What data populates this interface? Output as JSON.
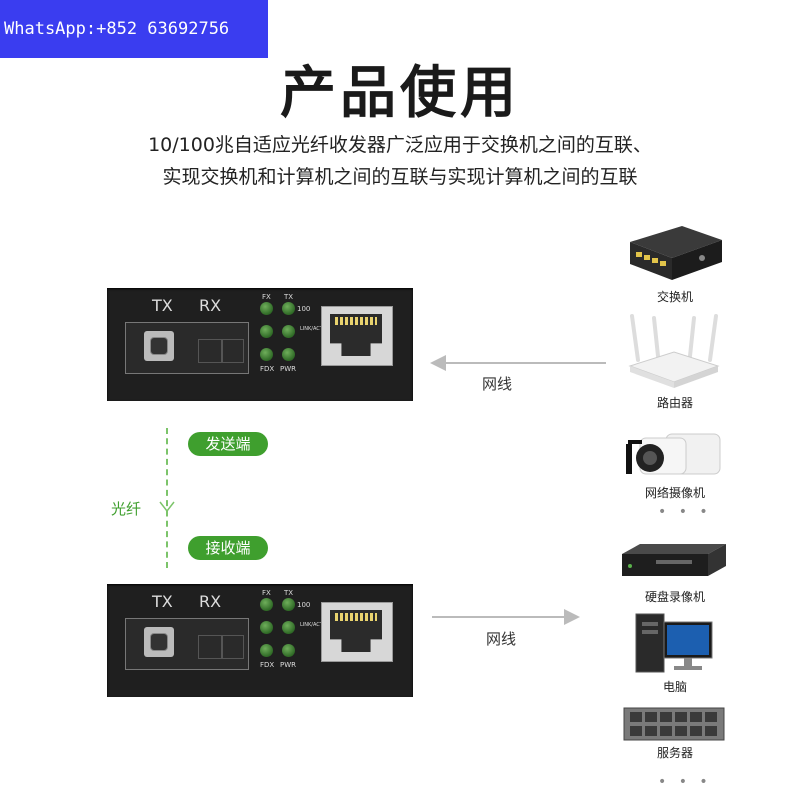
{
  "watermark": "WhatsApp:+852 63692756",
  "title": "产品使用",
  "subtitle": [
    "10/100兆自适应光纤收发器广泛应用于交换机之间的互联、",
    "实现交换机和计算机之间的互联与实现计算机之间的互联"
  ],
  "device": {
    "tx": "TX",
    "rx": "RX",
    "led_labels": {
      "fx": "FX",
      "tx": "TX",
      "100": "100",
      "link": "LINK/ACT",
      "fdx": "FDX",
      "pwr": "PWR"
    }
  },
  "cable_label": "网线",
  "sender_label": "发送端",
  "receiver_label": "接收端",
  "fiber_label": "光纤",
  "top_devices": [
    {
      "label": "交换机",
      "icon": "switch-icon"
    },
    {
      "label": "路由器",
      "icon": "router-icon"
    },
    {
      "label": "网络摄像机",
      "icon": "camera-icon"
    }
  ],
  "bottom_devices": [
    {
      "label": "硬盘录像机",
      "icon": "dvr-icon"
    },
    {
      "label": "电脑",
      "icon": "computer-icon"
    },
    {
      "label": "服务器",
      "icon": "server-icon"
    }
  ],
  "more": "• • •",
  "colors": {
    "accent_green": "#3f9f2e",
    "watermark_bg": "#3a3df0",
    "device_body": "#1f1f1f"
  }
}
